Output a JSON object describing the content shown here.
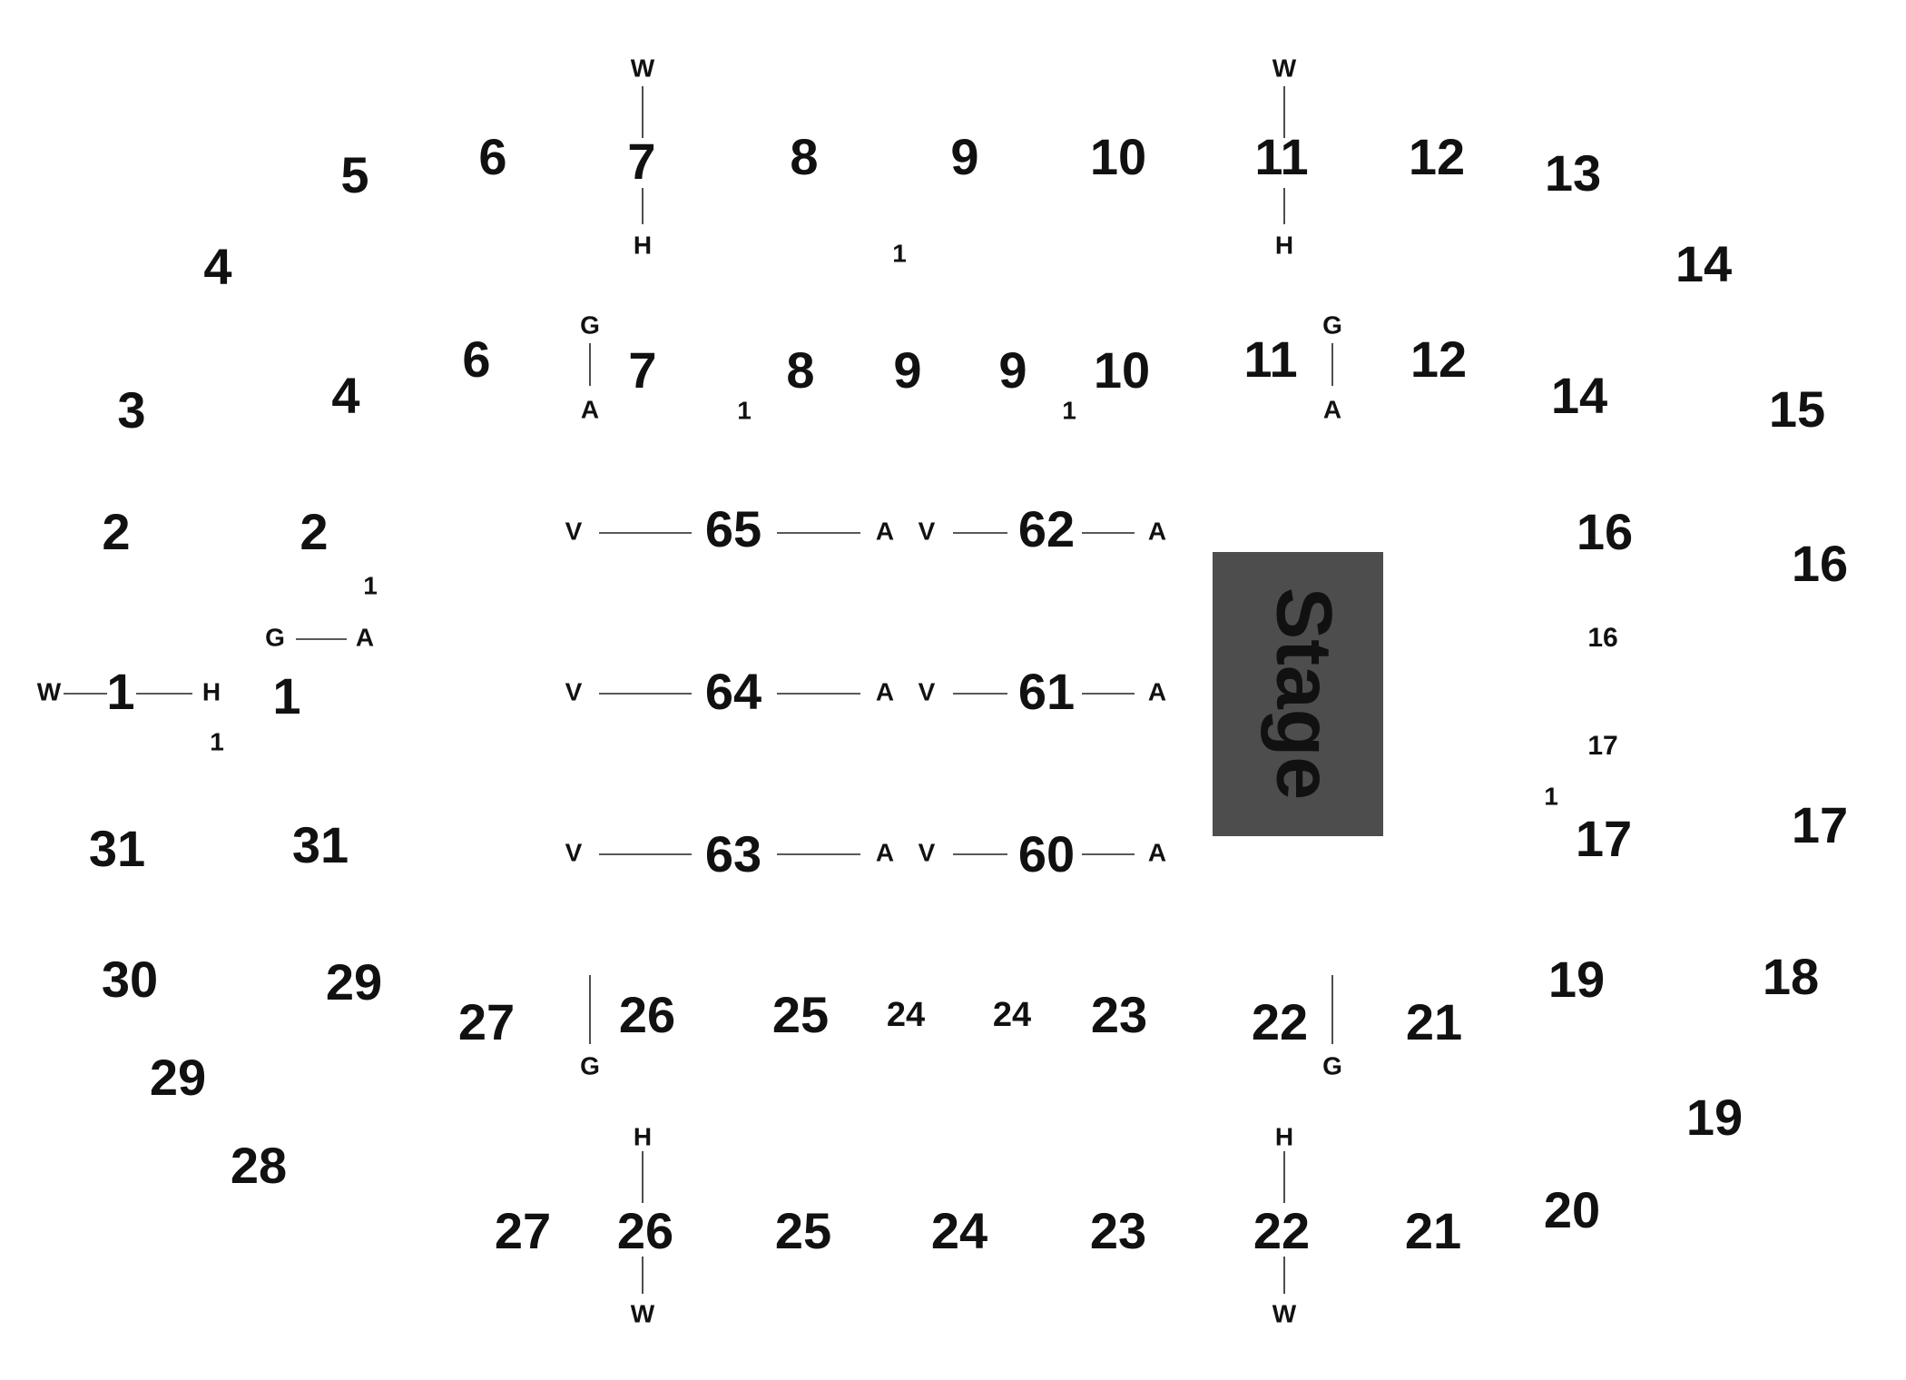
{
  "stage": {
    "label": "Stage",
    "color": "#4d4d4d"
  },
  "sections": {
    "s1": "1",
    "s2": "2",
    "s3": "3",
    "s4": "4",
    "s5": "5",
    "s6": "6",
    "s7": "7",
    "s8": "8",
    "s9": "9",
    "s10": "10",
    "s11": "11",
    "s12": "12",
    "s13": "13",
    "s14": "14",
    "s15": "15",
    "s16": "16",
    "s17": "17",
    "s18": "18",
    "s19": "19",
    "s20": "20",
    "s21": "21",
    "s22": "22",
    "s23": "23",
    "s24": "24",
    "s25": "25",
    "s26": "26",
    "s27": "27",
    "s28": "28",
    "s29": "29",
    "s30": "30",
    "s31": "31",
    "s60": "60",
    "s61": "61",
    "s62": "62",
    "s63": "63",
    "s64": "64",
    "s65": "65"
  },
  "markers": {
    "w": "W",
    "h": "H",
    "g": "G",
    "a": "A",
    "v": "V",
    "one": "1"
  }
}
